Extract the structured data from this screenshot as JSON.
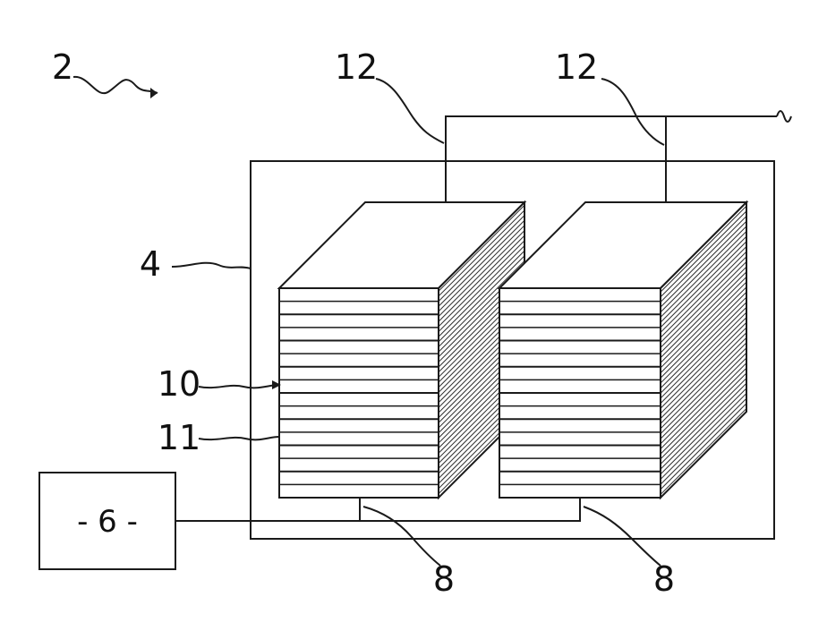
{
  "figure": {
    "labels": {
      "system": "2",
      "enclosure": "4",
      "control_unit": "- 6 -",
      "stack_layer_a": "10",
      "stack_layer_b": "11",
      "connector_left": "12",
      "connector_right": "12",
      "base_left": "8",
      "base_right": "8"
    },
    "stack_count": 2,
    "layers_per_stack": 16,
    "colors": {
      "line": "#1a1a1a",
      "background": "#ffffff"
    }
  }
}
